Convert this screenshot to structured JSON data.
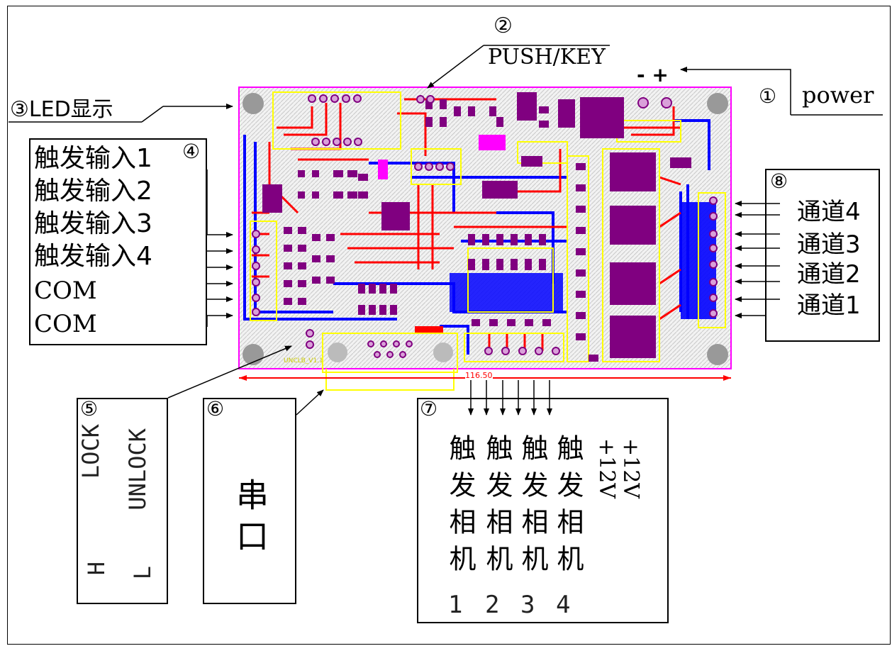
{
  "callouts": {
    "c1": "①",
    "c2": "②",
    "c3": "③LED显示",
    "c4": "④",
    "c5": "⑤",
    "c6": "⑥",
    "c7": "⑦",
    "c8": "⑧"
  },
  "top": {
    "push_key": "PUSH/KEY",
    "polarity": "- +",
    "power": "power"
  },
  "inputs": {
    "lines": [
      "触发输入1",
      "触发输入2",
      "触发输入3",
      "触发输入4",
      "COM",
      "COM"
    ]
  },
  "channels": {
    "lines": [
      "通道4",
      "通道3",
      "通道2",
      "通道1"
    ]
  },
  "lock": {
    "lock_text": "LOCK",
    "unlock_text": "UNLOCK",
    "h": "H",
    "l": "L"
  },
  "serial": {
    "text": "串口"
  },
  "camera": {
    "cols": [
      "触发相机",
      "触发相机",
      "触发相机",
      "触发相机"
    ],
    "nums": [
      "1",
      "2",
      "3",
      "4"
    ],
    "v12a": "+12V",
    "v12b": "+12V"
  },
  "board": {
    "dimension": "116.50",
    "silk": "UNCLB_V1.1"
  },
  "colors": {
    "board_outline": "#ff00ff",
    "trace_red": "#ff0000",
    "trace_blue": "#0000ff",
    "pad_purple": "#800080",
    "silk_yellow": "#ffff00"
  }
}
